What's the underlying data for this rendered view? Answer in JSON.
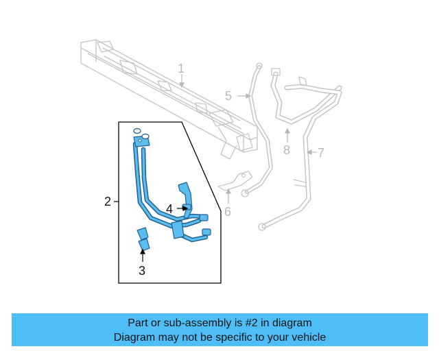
{
  "callouts": {
    "c1": "1",
    "c2": "2",
    "c3": "3",
    "c4": "4",
    "c5": "5",
    "c6": "6",
    "c7": "7",
    "c8": "8"
  },
  "banner": {
    "line1": "Part or sub-assembly is #2 in diagram",
    "line2": "Diagram may not be specific to your vehicle"
  },
  "colors": {
    "highlight": "#4aa8de",
    "ghost": "#c4c4c4",
    "banner": "#4dbef7"
  }
}
